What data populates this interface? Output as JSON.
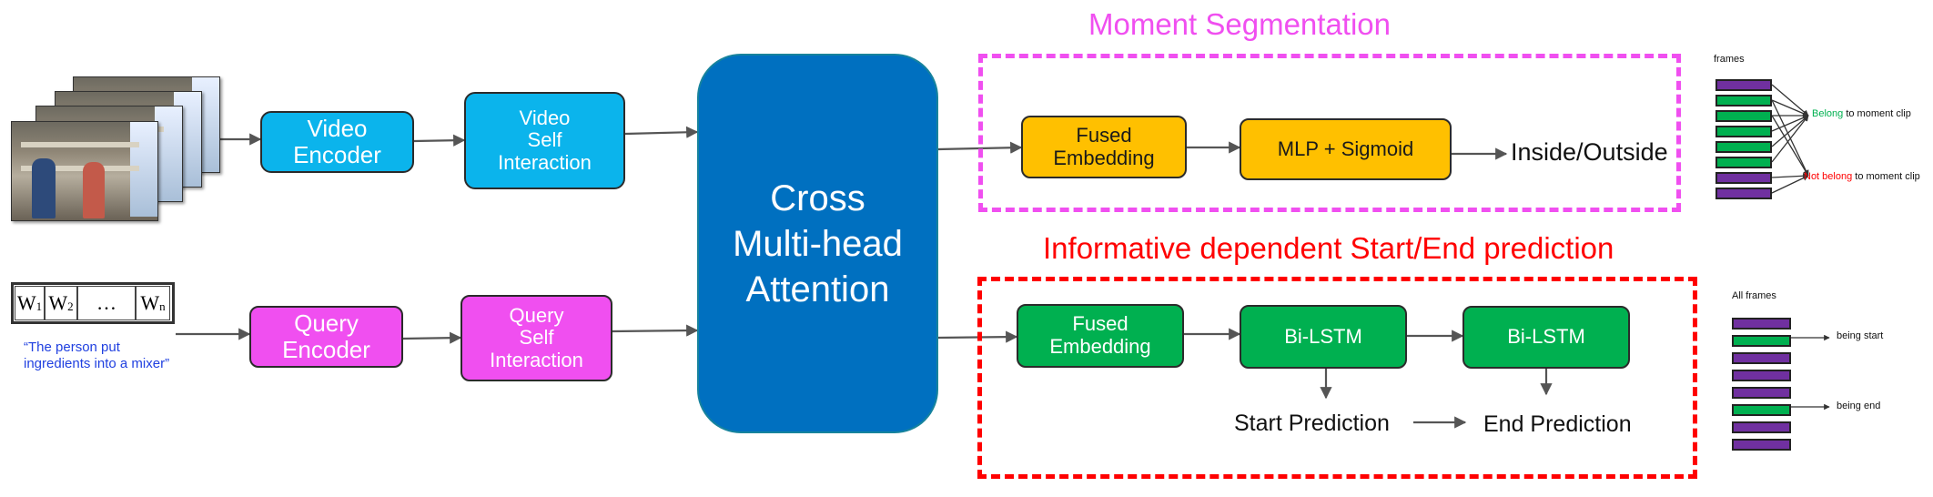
{
  "inputs": {
    "query_tokens": [
      "W",
      "W",
      "…",
      "W"
    ],
    "query_token_subs": [
      "1",
      "2",
      "",
      "n"
    ],
    "query_caption": "“The person put\ningredients into a mixer”"
  },
  "boxes": {
    "video_encoder": "Video\nEncoder",
    "video_self_interaction": "Video\nSelf\nInteraction",
    "query_encoder": "Query\nEncoder",
    "query_self_interaction": "Query\nSelf\nInteraction",
    "cross_attention": "Cross\nMulti-head\nAttention",
    "seg_fused_embedding": "Fused\nEmbedding",
    "seg_mlp": "MLP + Sigmoid",
    "pred_fused_embedding": "Fused\nEmbedding",
    "pred_bilstm_1": "Bi-LSTM",
    "pred_bilstm_2": "Bi-LSTM"
  },
  "sections": {
    "moment_segmentation": "Moment Segmentation",
    "start_end_prediction": "Informative dependent Start/End prediction"
  },
  "outputs": {
    "inside_outside": "Inside/Outside",
    "start_prediction": "Start Prediction",
    "end_prediction": "End Prediction"
  },
  "legend_top": {
    "title": "frames",
    "belong_word": "Belong",
    "belong_rest": " to moment clip",
    "not_belong_word": "Not belong",
    "not_belong_rest": " to moment clip",
    "frame_colors": [
      "purple",
      "green",
      "green",
      "green",
      "green",
      "green",
      "purple",
      "purple"
    ]
  },
  "legend_bottom": {
    "title": "All frames",
    "being_start": "being start",
    "being_end": "being end",
    "frame_colors": [
      "purple",
      "green",
      "purple",
      "purple",
      "purple",
      "green",
      "purple",
      "purple"
    ]
  },
  "colors": {
    "video": "#0bb4ec",
    "query": "#f04ff0",
    "attention": "#0070c0",
    "segmentation": "#ffc000",
    "prediction": "#00b050",
    "segmentation_frame": "#f04ff0",
    "prediction_frame": "#ff0000",
    "frame_purple": "#7030a0",
    "frame_green": "#00b050",
    "caption_blue": "#2040e0"
  }
}
